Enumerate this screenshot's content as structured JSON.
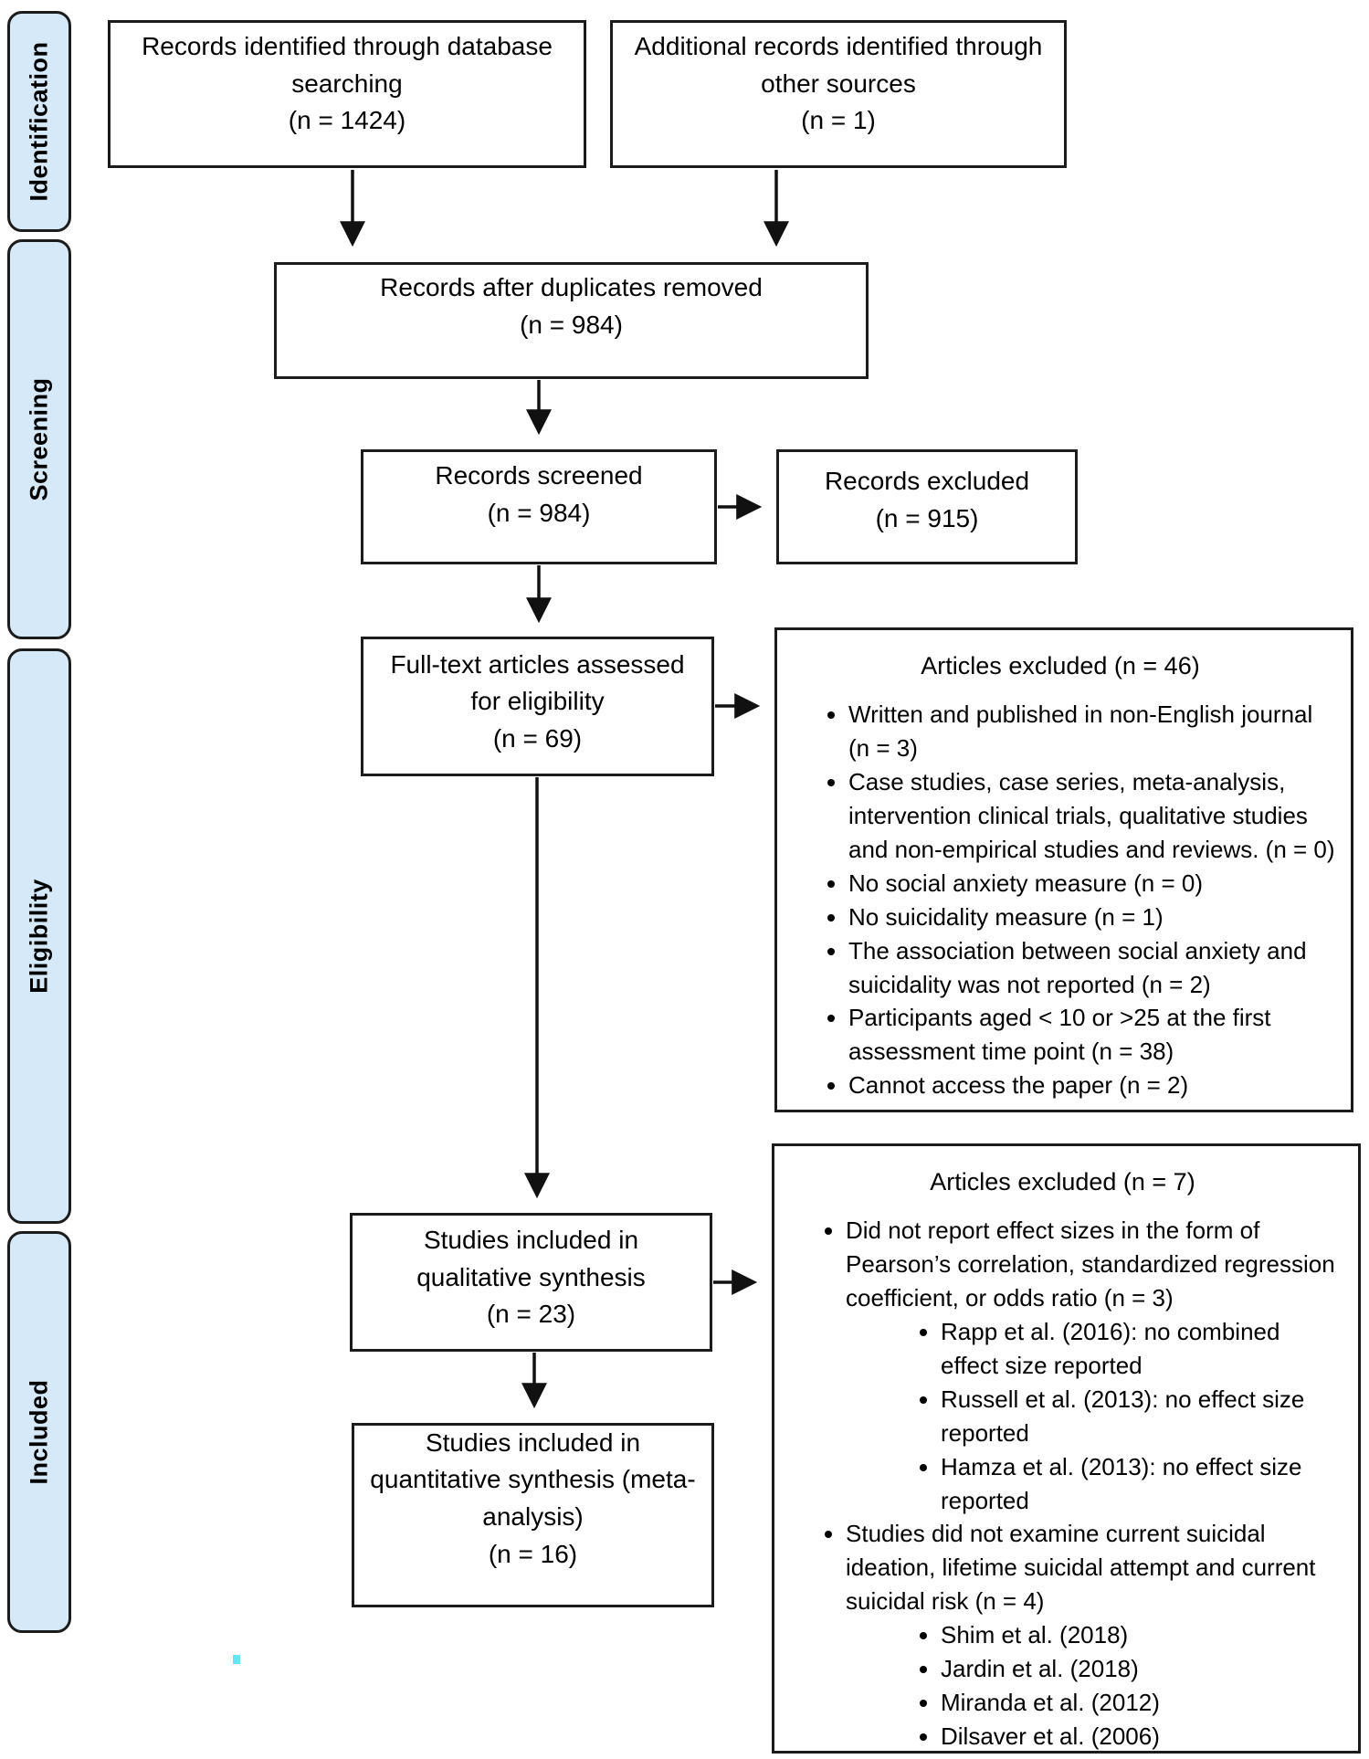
{
  "stages": {
    "identification": "Identification",
    "screening": "Screening",
    "eligibility": "Eligibility",
    "included": "Included"
  },
  "boxes": {
    "records_identified": "Records identified through database\nsearching\n(n = 1424)",
    "additional_records": "Additional records identified through\nother sources\n(n = 1)",
    "after_duplicates": "Records after duplicates removed\n(n = 984)",
    "records_screened": "Records screened\n(n = 984)",
    "records_excluded": "Records excluded\n(n = 915)",
    "fulltext_assessed": "Full-text articles assessed\nfor eligibility\n(n = 69)",
    "qualitative_included": "Studies included in\nqualitative synthesis\n(n = 23)",
    "quantitative_included": "Studies included in\nquantitative synthesis (meta-\nanalysis)\n(n = 16)"
  },
  "excluded46": {
    "title": "Articles excluded (n = 46)",
    "items": [
      "Written and published in non-English journal (n = 3)",
      "Case studies, case series, meta-analysis, intervention clinical trials, qualitative studies and non-empirical studies and reviews. (n = 0)",
      "No social anxiety measure (n = 0)",
      "No suicidality measure (n = 1)",
      "The association between social anxiety and suicidality was not reported (n = 2)",
      "Participants aged < 10 or >25 at the first assessment time point (n = 38)",
      "Cannot access the paper (n = 2)"
    ]
  },
  "excluded7": {
    "title": "Articles excluded (n = 7)",
    "bullets": [
      {
        "text": "Did not report effect sizes in the form of Pearson’s correlation, standardized regression coefficient, or odds ratio (n = 3)",
        "subs": [
          "Rapp et al. (2016): no combined effect size reported",
          "Russell et al. (2013): no effect size reported",
          "Hamza et al. (2013): no effect size reported"
        ]
      },
      {
        "text": "Studies did not examine current suicidal ideation, lifetime suicidal attempt and current suicidal risk (n = 4)",
        "subs": [
          "Shim et al. (2018)",
          "Jardin et al. (2018)",
          "Miranda et al. (2012)",
          "Dilsaver et al. (2006)"
        ]
      }
    ]
  },
  "colors": {
    "stage_fill": "#d6e9f8",
    "box_border": "#1c1c1c",
    "arrow": "#111111",
    "artifact": "#3ce0f5"
  }
}
